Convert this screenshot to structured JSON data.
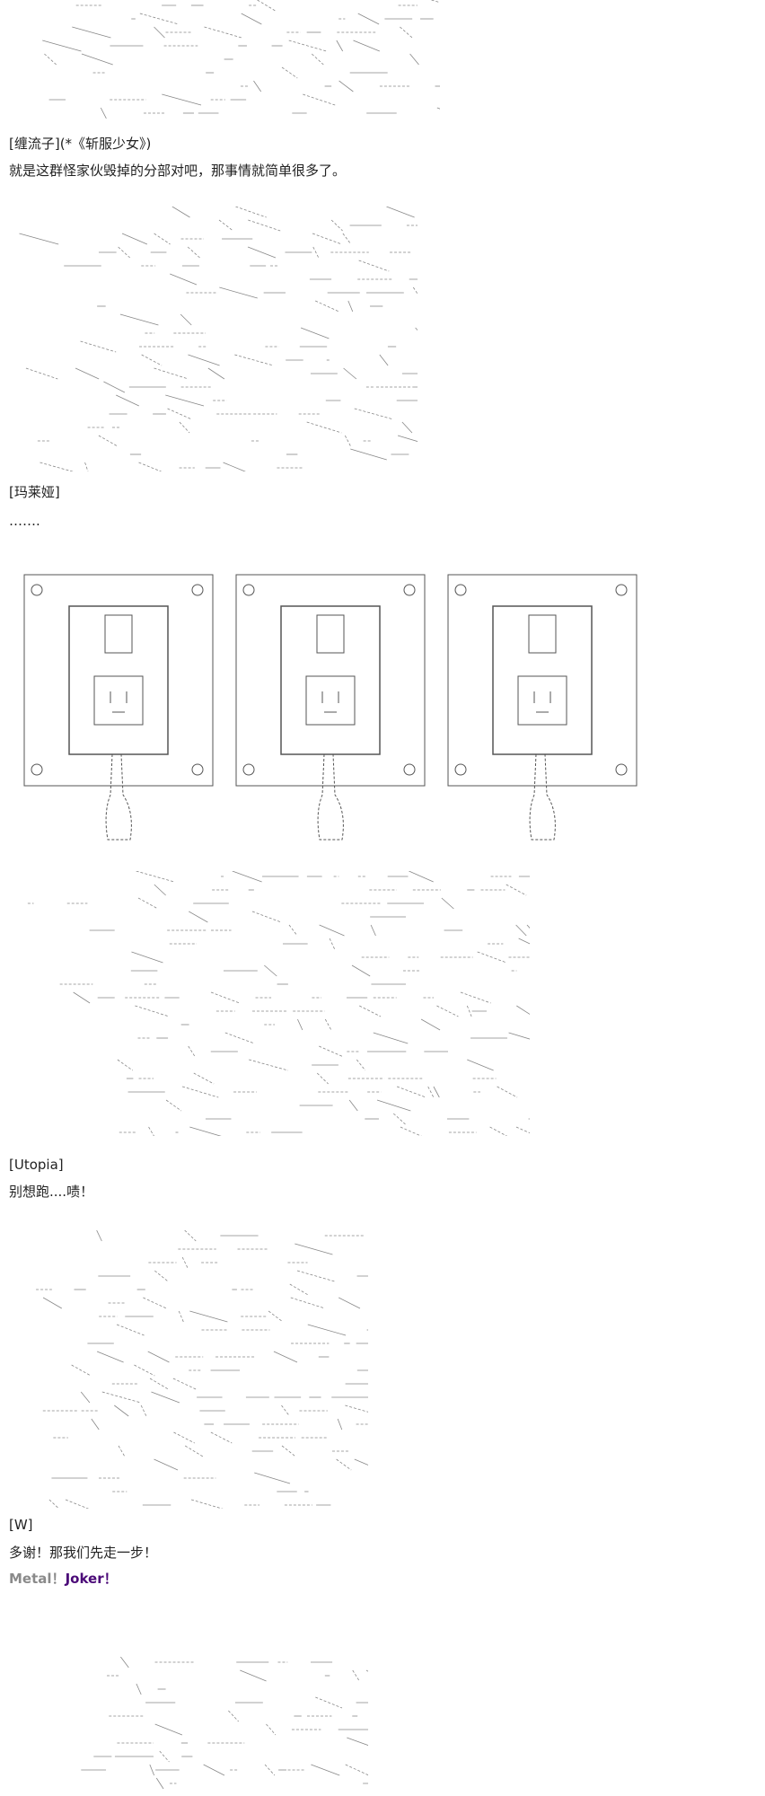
{
  "posts": [
    {
      "speaker": "[缠流子](*《斩服少女》)",
      "text": "就是这群怪家伙毁掉的分部对吧，那事情就简单很多了。"
    },
    {
      "speaker": "[玛莱娅]",
      "text": "……."
    },
    {
      "speaker": "[Utopia]",
      "text": "别想跑....啧！"
    },
    {
      "speaker": "[W]",
      "text": "多谢！那我们先走一步！"
    }
  ],
  "shout": {
    "part1": "Metal",
    "sep1": "！",
    "part2": "Joker",
    "sep2": "！"
  },
  "colors": {
    "metal": "#8a8a8a",
    "joker": "#4b0a78",
    "art": "#555555"
  }
}
